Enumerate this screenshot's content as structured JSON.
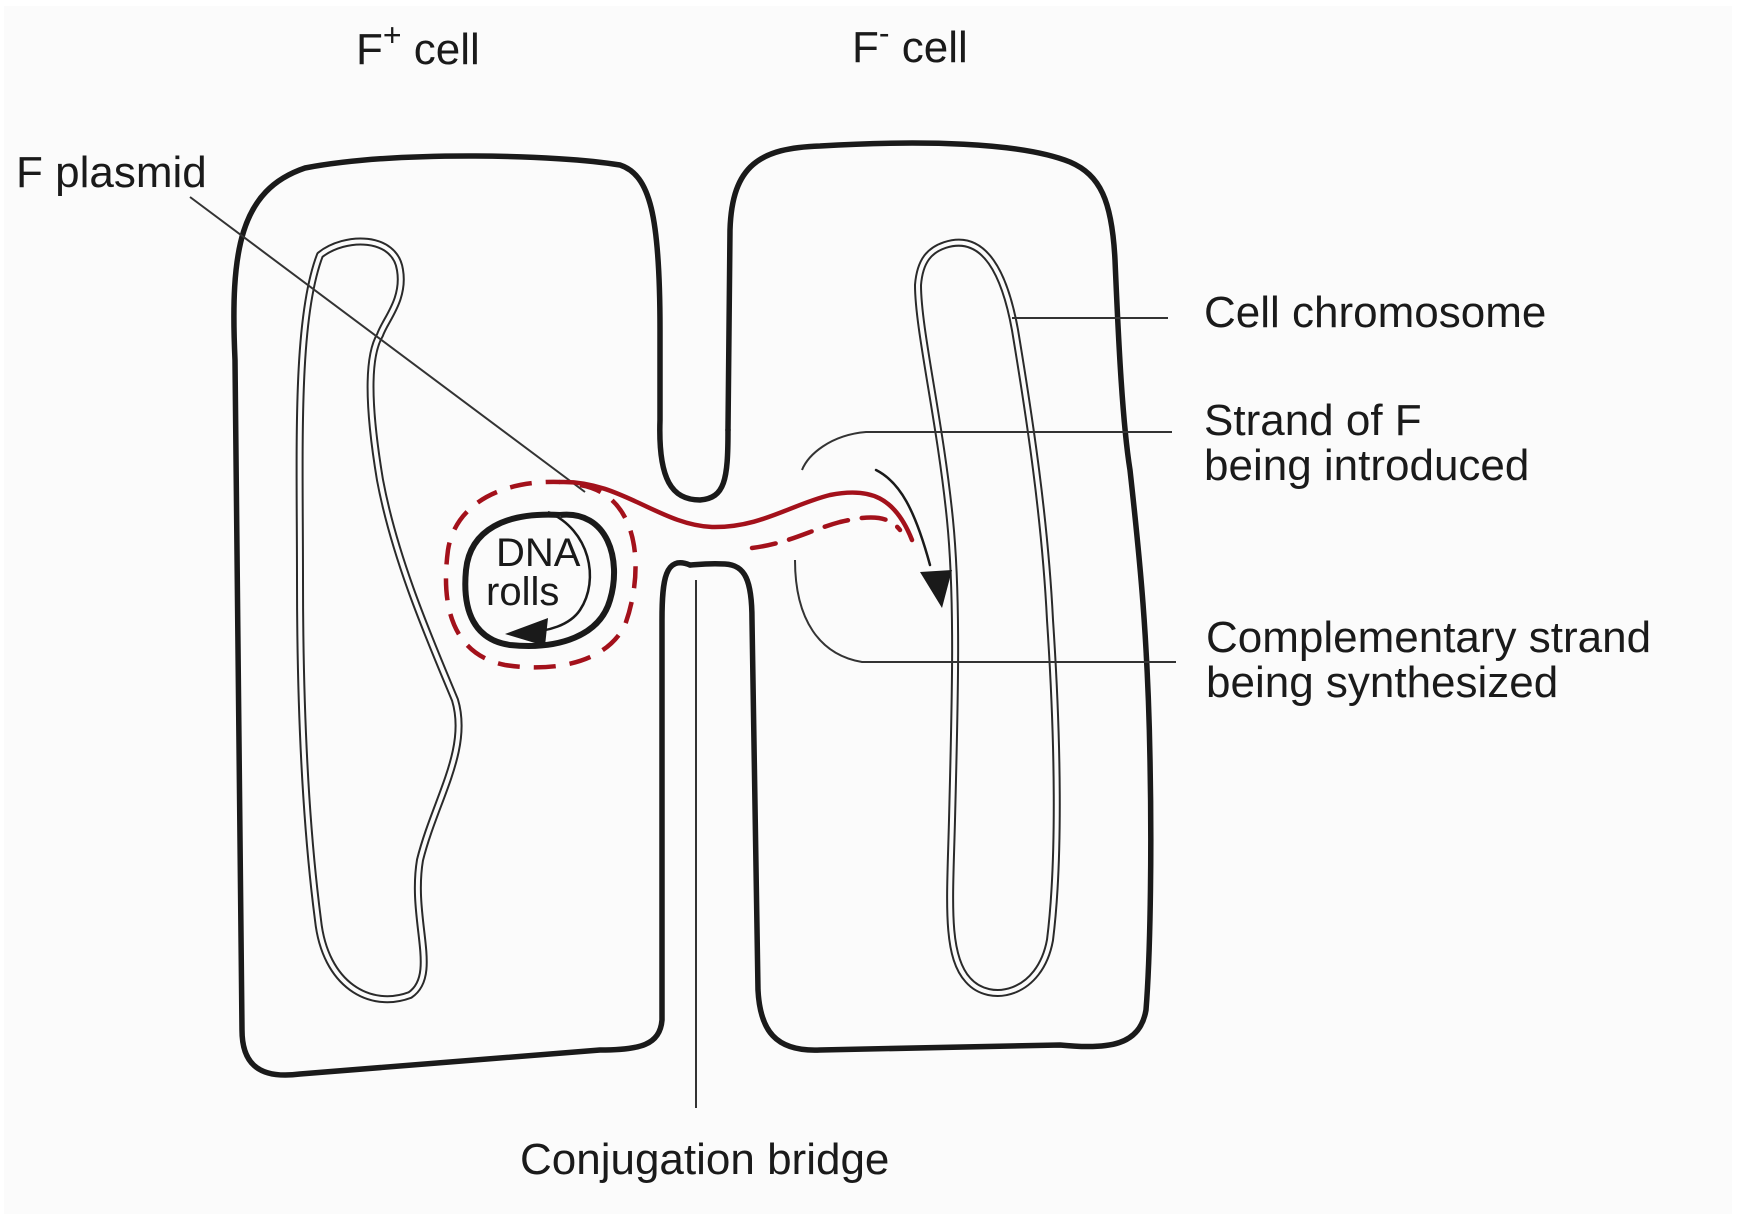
{
  "diagram": {
    "cell_left": {
      "main": "F",
      "sup": "+",
      "tail": " cell"
    },
    "cell_right": {
      "main": "F",
      "sup": "-",
      "tail": " cell"
    },
    "labels": {
      "f_plasmid": "F plasmid",
      "cell_chromosome": "Cell chromosome",
      "strand_line1": "Strand  of F",
      "strand_line2": "being introduced",
      "complementary_line1": "Complementary strand",
      "complementary_line2": "being synthesized",
      "conjugation_bridge": "Conjugation bridge",
      "dna_line1": "DNA",
      "dna_line2": "rolls"
    },
    "colors": {
      "background": "#fbfbfb",
      "outline": "#1a1a1a",
      "strand": "#a3111b"
    }
  }
}
